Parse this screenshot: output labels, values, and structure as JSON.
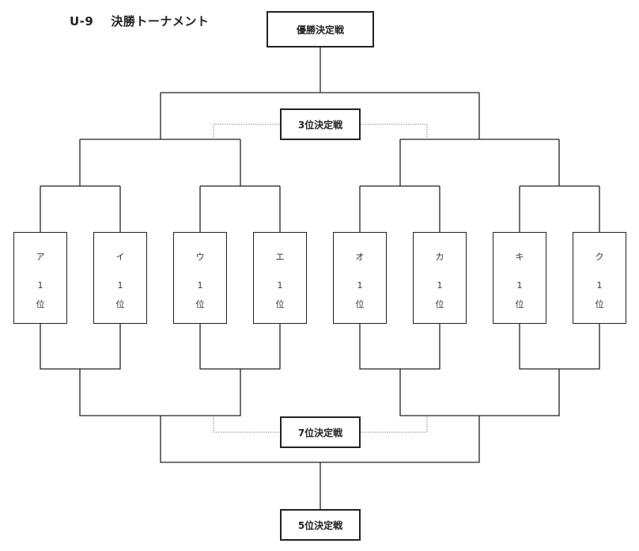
{
  "title": {
    "code": "U-9",
    "name": "決勝トーナメント"
  },
  "matches": {
    "final": "優勝決定戦",
    "third": "3位決定戦",
    "seventh": "7位決定戦",
    "fifth": "5位決定戦"
  },
  "teams": [
    {
      "name": "ア",
      "rank": "1",
      "suffix": "位"
    },
    {
      "name": "イ",
      "rank": "1",
      "suffix": "位"
    },
    {
      "name": "ウ",
      "rank": "1",
      "suffix": "位"
    },
    {
      "name": "エ",
      "rank": "1",
      "suffix": "位"
    },
    {
      "name": "オ",
      "rank": "1",
      "suffix": "位"
    },
    {
      "name": "カ",
      "rank": "1",
      "suffix": "位"
    },
    {
      "name": "キ",
      "rank": "1",
      "suffix": "位"
    },
    {
      "name": "ク",
      "rank": "1",
      "suffix": "位"
    }
  ]
}
